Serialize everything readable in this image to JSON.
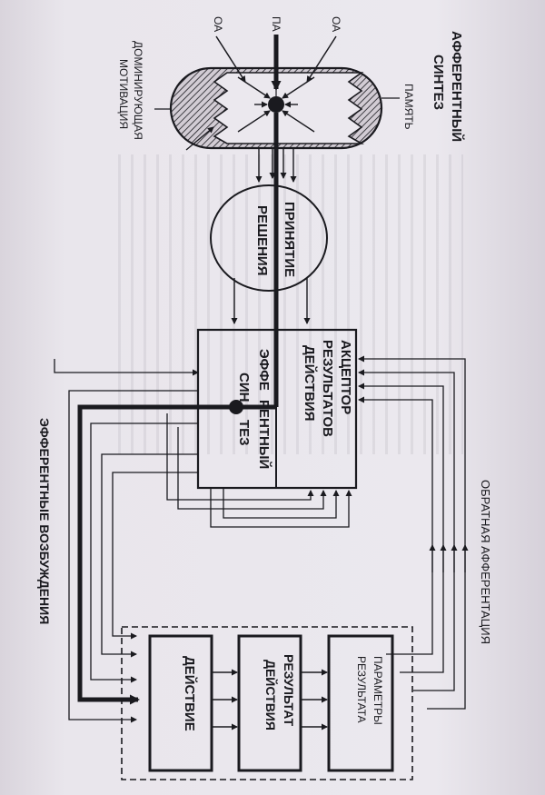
{
  "diagram": {
    "labels": {
      "afferent_synthesis_1": "АФФЕРЕНТНЫЙ",
      "afferent_synthesis_2": "СИНТЕЗ",
      "memory": "ПАМЯТЬ",
      "oa_top": "ОА",
      "pa": "ПА",
      "oa_bottom": "ОА",
      "motivation_1": "ДОМИНИРУЮЩАЯ",
      "motivation_2": "МОТИВАЦИЯ",
      "decision_1": "ПРИНЯТИЕ",
      "decision_2": "РЕШЕНИЯ",
      "acceptor_1": "АКЦЕПТОР",
      "acceptor_2": "РЕЗУЛЬТАТОВ",
      "acceptor_3": "ДЕЙСТВИЯ",
      "efferent_a": "ЭФФЕ",
      "efferent_b": "РЕНТНЫЙ",
      "efferent_c": "СИН",
      "efferent_d": "ТЕЗ",
      "feedback": "ОБРАТНАЯ АФФЕРЕНТАЦИЯ",
      "efferent_excitation": "ЭФФЕРЕНТНЫЕ ВОЗБУЖДЕНИЯ",
      "result_params_1": "ПАРАМЕТРЫ",
      "result_params_2": "РЕЗУЛЬТАТА",
      "result_1": "РЕЗУЛЬТАТ",
      "result_2": "ДЕЙСТВИЯ",
      "action": "ДЕЙСТВИЕ"
    }
  }
}
